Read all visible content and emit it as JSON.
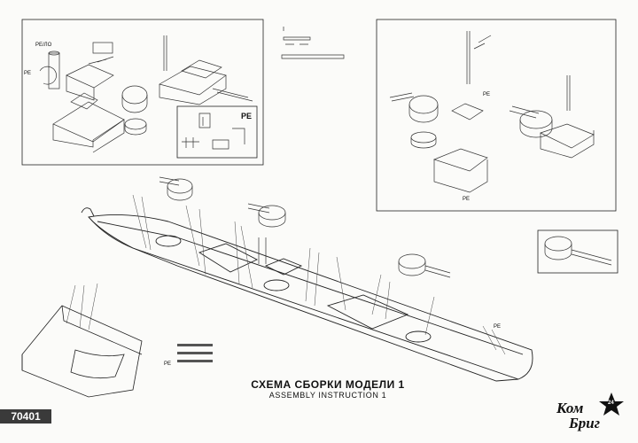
{
  "sheet": {
    "title_ru": "СХЕМА СБОРКИ МОДЕЛИ  1",
    "title_en": "ASSEMBLY INSTRUCTION  1",
    "catalog_code": "70401",
    "brand_line1": "Ком",
    "brand_line2": "Бриг",
    "brand_badge": "24"
  },
  "labels": {
    "pe_inset": "PE",
    "pe_left": "PE",
    "pe_right": "PE",
    "pe_right2": "PE",
    "pe_hull": "PE",
    "pe_mid": "PE",
    "pe_topleft": "PE/ЛО"
  }
}
